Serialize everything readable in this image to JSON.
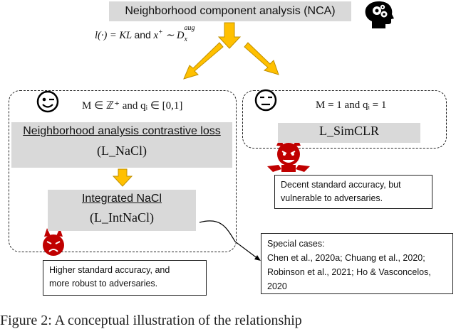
{
  "header": {
    "title": "Neighborhood component analysis (NCA)",
    "formula": {
      "lhs": "l(·) = KL",
      "conj": "and",
      "rhs_main": "x",
      "rhs_sup": "+",
      "rhs_rel": "∼ D",
      "rhs_D_sup": "aug",
      "rhs_D_sub": "x"
    }
  },
  "left_panel": {
    "condition": "M ∈ ℤ⁺ and qᵢ ∈ [0,1]",
    "nacl_name": "Neighborhood analysis contrastive loss",
    "nacl_symbol": "(L_NaCl)",
    "int_name": "Integrated NaCl",
    "int_symbol": "(L_IntNaCl)"
  },
  "right_panel": {
    "condition": "M = 1 and qᵢ = 1",
    "simclr_symbol": "L_SimCLR"
  },
  "notes": {
    "right": [
      "Decent standard accuracy, but",
      "vulnerable to adversaries."
    ],
    "left": [
      "Higher standard accuracy, and",
      "more robust to adversaries."
    ],
    "special": [
      "Special cases:",
      "Chen et al., 2020a; Chuang et al., 2020;",
      "Robinson et al., 2021; Ho & Vasconcelos,",
      "2020"
    ]
  },
  "caption": "Figure 2: A conceptual illustration of the relationship",
  "colors": {
    "box_grey": "#d9d9d9",
    "arrow_yellow": "#ffc000",
    "devil_red": "#c00000",
    "panel_border": "#222222"
  },
  "icons": [
    "head-gears-icon",
    "wink-emoji-icon",
    "neutral-emoji-icon",
    "devil-icon",
    "angry-face-icon"
  ]
}
